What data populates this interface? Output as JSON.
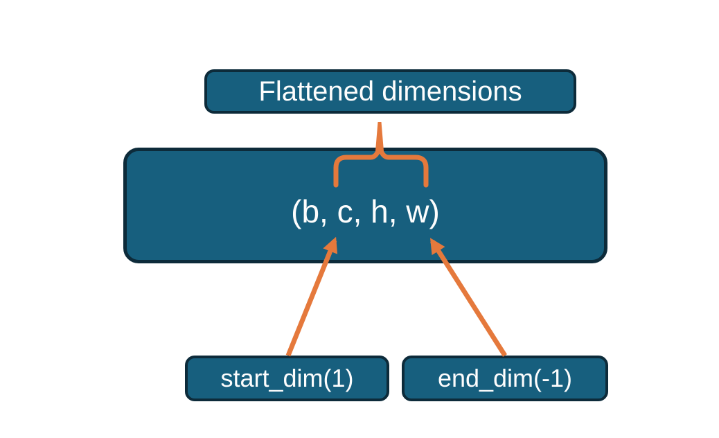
{
  "diagram": {
    "title_box": {
      "label": "Flattened dimensions"
    },
    "tensor_box": {
      "label": "(b, c, h, w)"
    },
    "start_dim_box": {
      "label": "start_dim(1)"
    },
    "end_dim_box": {
      "label": "end_dim(-1)"
    },
    "colors": {
      "box_fill": "#175F7E",
      "box_border": "#0D2B3A",
      "accent_orange": "#E5793C",
      "text": "#FDFDFD",
      "background": "#FFFFFF"
    },
    "icons": [
      "brace-icon",
      "stem-connector-icon",
      "arrow-up-icon"
    ]
  }
}
